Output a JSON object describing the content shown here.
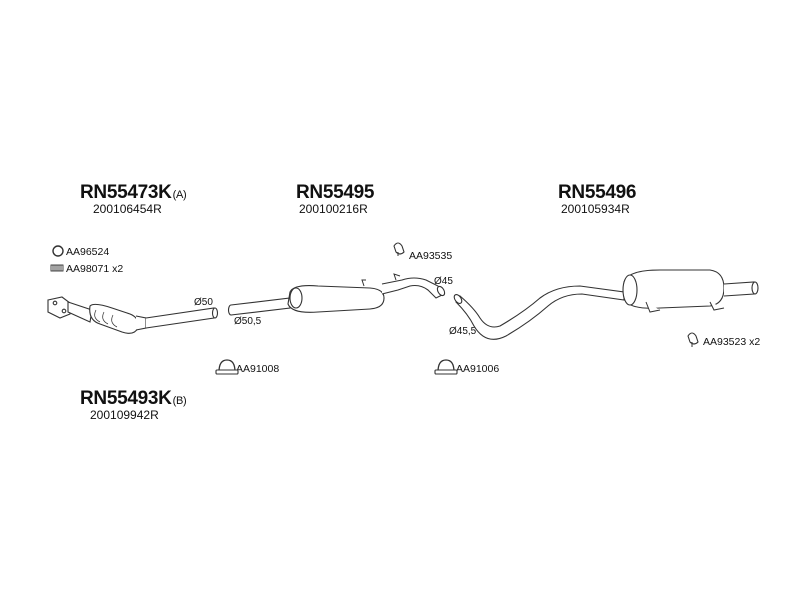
{
  "parts": [
    {
      "code": "RN55473K",
      "suffix": "(A)",
      "oem": "200106454R"
    },
    {
      "code": "RN55495",
      "suffix": "",
      "oem": "200100216R"
    },
    {
      "code": "RN55496",
      "suffix": "",
      "oem": "200105934R"
    },
    {
      "code": "RN55493K",
      "suffix": "(B)",
      "oem": "200109942R"
    }
  ],
  "accessories": {
    "ring": "AA96524",
    "spring": "AA98071 x2",
    "hanger_mid": "AA93535",
    "hanger_rear": "AA93523 x2",
    "clamp_left": "AA91008",
    "clamp_right": "AA91006"
  },
  "diameters": {
    "d50": "Ø50",
    "d50_5": "Ø50,5",
    "d45": "Ø45",
    "d45_5": "Ø45,5"
  },
  "colors": {
    "line": "#333333",
    "fill": "#ffffff"
  }
}
